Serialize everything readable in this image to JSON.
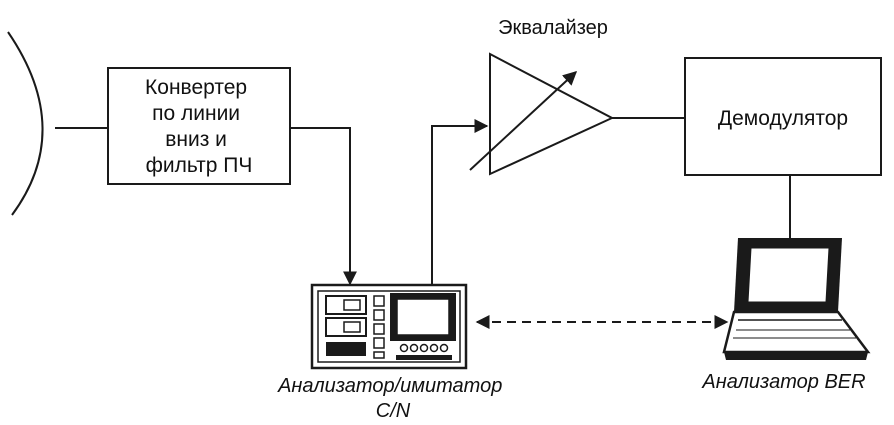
{
  "converter_label": [
    "Конвертер",
    "по линии",
    "вниз и",
    "фильтр ПЧ"
  ],
  "equalizer_label": "Эквалайзер",
  "demodulator_label": "Демодулятор",
  "analyzer_label": [
    "Анализатор/имитатор",
    "C/N"
  ],
  "ber_label": "Анализатор BER"
}
